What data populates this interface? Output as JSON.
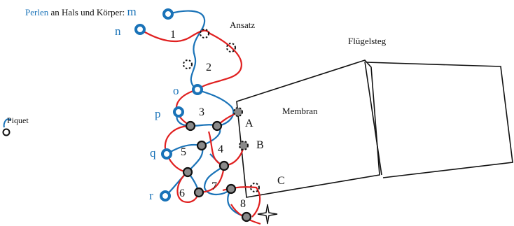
{
  "header": {
    "perlen_word": "Perlen",
    "rest_text": " an Hals und Körper: ",
    "m_label": "m"
  },
  "labels": {
    "ansatz": "Ansatz",
    "fluegelsteg": "Flügelsteg",
    "membran": "Membran",
    "piquet": "Piquet",
    "A": "A",
    "B": "B",
    "C": "C"
  },
  "bead_letters": {
    "n": "n",
    "o": "o",
    "p": "p",
    "q": "q",
    "r": "r"
  },
  "loop_numbers": [
    "1",
    "2",
    "3",
    "4",
    "5",
    "6",
    "7",
    "8"
  ],
  "colors": {
    "blue": "#1a73b8",
    "red": "#e02020",
    "black": "#111111",
    "bead_gray": "#8a8a8a"
  }
}
